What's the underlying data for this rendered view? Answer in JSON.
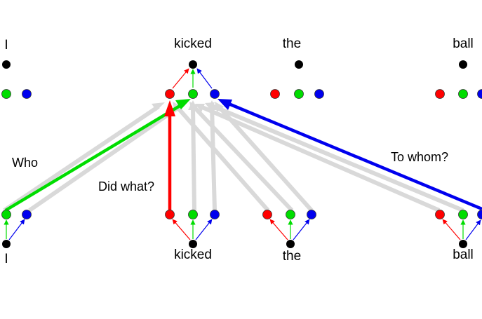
{
  "colors": {
    "word_node": "#000000",
    "red": "#ff0000",
    "green": "#00dd00",
    "blue": "#0000ee",
    "attention_gray": "#d9d9d9"
  },
  "top_layer": {
    "words": [
      "I",
      "kicked",
      "the",
      "ball"
    ]
  },
  "bottom_layer": {
    "words": [
      "I",
      "kicked",
      "the",
      "ball"
    ]
  },
  "questions": {
    "who": "Who",
    "did_what": "Did what?",
    "to_whom": "To whom?"
  },
  "node_color_order": [
    "red",
    "green",
    "blue"
  ],
  "highlighted_attention": [
    {
      "from_word": "I",
      "from_node": "green",
      "to_word": "kicked",
      "to_node": "green",
      "label": "Who"
    },
    {
      "from_word": "kicked",
      "from_node": "red",
      "to_word": "kicked",
      "to_node": "red",
      "label": "Did what?"
    },
    {
      "from_word": "ball",
      "from_node": "blue",
      "to_word": "kicked",
      "to_node": "blue",
      "label": "To whom?"
    }
  ]
}
